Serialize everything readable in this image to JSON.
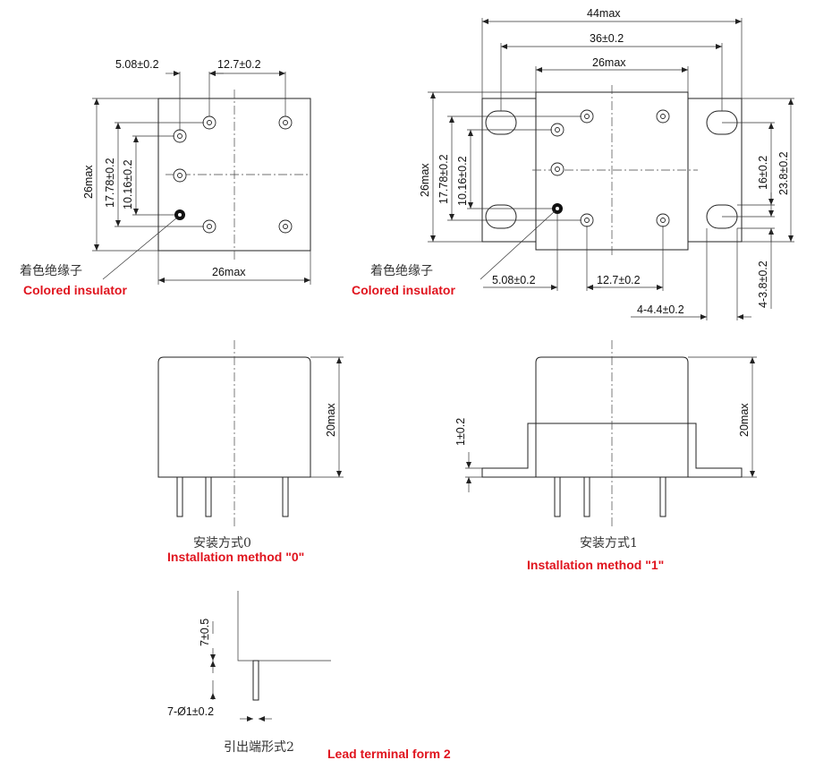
{
  "top_left": {
    "dim_top_left": "5.08±0.2",
    "dim_top_right": "12.7±0.2",
    "dim_height_max": "26max",
    "dim_pin_span": "17.78±0.2",
    "dim_pin_span_small": "10.16±0.2",
    "dim_width_max": "26max",
    "label_cn": "着色绝缘子",
    "label_en": "Colored insulator"
  },
  "top_right": {
    "dim_overall": "44max",
    "dim_mount_holes": "36±0.2",
    "dim_body": "26max",
    "dim_height_max": "26max",
    "dim_pin_span": "17.78±0.2",
    "dim_pin_span_small": "10.16±0.2",
    "dim_hole_span": "16±0.2",
    "dim_hole_height": "23.8±0.2",
    "dim_bottom_left": "5.08±0.2",
    "dim_bottom_right": "12.7±0.2",
    "dim_slot": "4-3.8±0.2",
    "dim_hole": "4-4.4±0.2",
    "label_cn": "着色绝缘子",
    "label_en": "Colored insulator"
  },
  "side_left": {
    "dim_height": "20max",
    "label_cn": "安装方式0",
    "label_en": "Installation method \"0\""
  },
  "side_right": {
    "dim_flange": "1±0.2",
    "dim_height": "20max",
    "label_cn": "安装方式1",
    "label_en": "Installation method \"1\""
  },
  "terminal": {
    "dim_length": "7±0.5",
    "dim_diameter": "7-Ø1±0.2",
    "label_cn": "引出端形式2",
    "label_en": "Lead terminal form 2"
  }
}
